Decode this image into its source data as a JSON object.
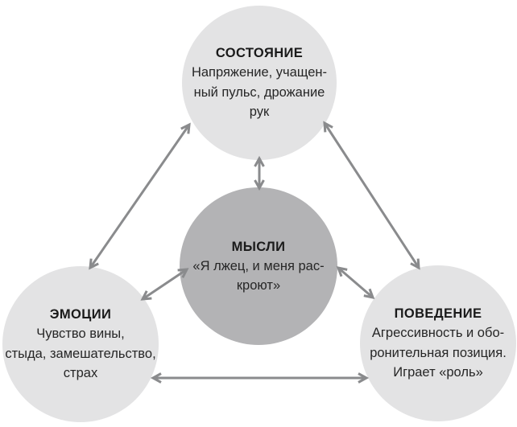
{
  "diagram": {
    "nodes": {
      "state": {
        "title": "СОСТОЯНИЕ",
        "lines": [
          "Напряжение, учащен-",
          "ный пульс, дрожание",
          "рук"
        ]
      },
      "thoughts": {
        "title": "МЫСЛИ",
        "lines": [
          "«Я лжец, и меня рас-",
          "кроют»"
        ]
      },
      "emotions": {
        "title": "ЭМОЦИИ",
        "lines": [
          "Чувство вины,",
          "стыда, замешательство,",
          "страх"
        ]
      },
      "behavior": {
        "title": "ПОВЕДЕНИЕ",
        "lines": [
          "Агрессивность и обо-",
          "ронительная позиция.",
          "Играет «роль»"
        ]
      }
    },
    "connections": [
      {
        "from": "state",
        "to": "thoughts",
        "bidirectional": true
      },
      {
        "from": "state",
        "to": "emotions",
        "bidirectional": true
      },
      {
        "from": "state",
        "to": "behavior",
        "bidirectional": true
      },
      {
        "from": "thoughts",
        "to": "emotions",
        "bidirectional": true
      },
      {
        "from": "thoughts",
        "to": "behavior",
        "bidirectional": true
      },
      {
        "from": "emotions",
        "to": "behavior",
        "bidirectional": true
      }
    ],
    "colors": {
      "node_fill": "#e3e3e4",
      "thoughts_fill": "#b3b3b5",
      "arrow": "#8a8b8d",
      "title_text": "#1a1a1a",
      "body_text": "#262626",
      "background": "#ffffff"
    }
  }
}
